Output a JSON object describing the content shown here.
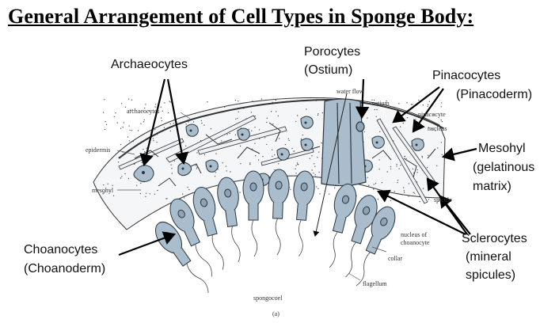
{
  "title": "General Arrangement of Cell Types in Sponge Body:",
  "labels": {
    "archaeocytes": "Archaeocytes",
    "porocytes_1": "Porocytes",
    "porocytes_2": "(Ostium)",
    "pinacocytes_1": "Pinacocytes",
    "pinacocytes_2": "(Pinacoderm)",
    "mesohyl_1": "Mesohyl",
    "mesohyl_2": "(gelatinous",
    "mesohyl_3": "matrix)",
    "choanocytes_1": "Choanocytes",
    "choanocytes_2": "(Choanoderm)",
    "sclerocytes_1": "Sclerocytes",
    "sclerocytes_2": "(mineral",
    "sclerocytes_3": "spicules)"
  },
  "figure_labels": {
    "archaeocytes": "archaeocytes",
    "epidermis": "epidermis",
    "mesohyl": "mesohyl",
    "water_flow": "water flow",
    "ostium": "ostium",
    "pinacocyte": "pinacocyte",
    "nucleus": "nucleus",
    "spicule": "spicule",
    "nucleus_of": "nucleus of",
    "choanocyte": "choanocyte",
    "collar": "collar",
    "flagellum": "flagellum",
    "spongocoel": "spongocoel",
    "panel": "(a)"
  },
  "colors": {
    "cell_fill": "#a9bdcc",
    "cell_stroke": "#2b3640",
    "dot": "#555555",
    "arrow": "#000000"
  }
}
